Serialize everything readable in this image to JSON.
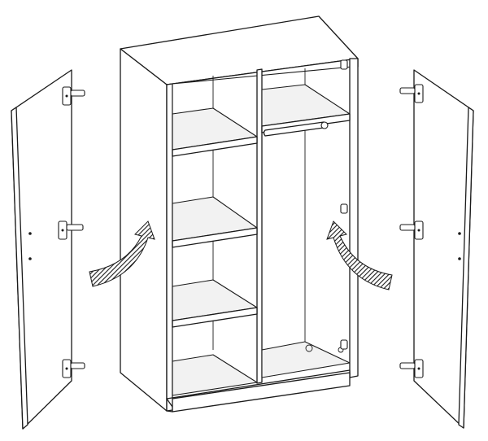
{
  "diagram": {
    "subject": "wardrobe-door-assembly",
    "hinges_per_door": 3,
    "doors": [
      "left-door",
      "right-door"
    ],
    "colors": {
      "line": "#1a1a1a",
      "background": "#ffffff",
      "arrow-hatch": "#1a1a1a"
    }
  }
}
